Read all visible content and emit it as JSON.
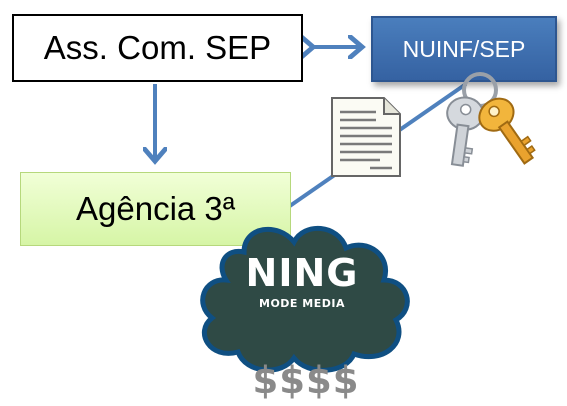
{
  "nodes": {
    "assessoria": "Ass. Com. SEP",
    "nuinf": "NUINF/SEP",
    "agencia": "Agência 3ª"
  },
  "cloud": {
    "brand": "NING",
    "tagline": "MODE MEDIA"
  },
  "money": "$$$$",
  "icons": {
    "document": "document-icon",
    "keys": "keys-icon",
    "cloud": "cloud-icon"
  },
  "colors": {
    "arrow": "#4f81bd",
    "nuinf_box": "#3e6fb3",
    "agencia_box": "#e3f9bd",
    "cloud_fill": "#2f4a45",
    "money_text": "#8a8a8a"
  }
}
